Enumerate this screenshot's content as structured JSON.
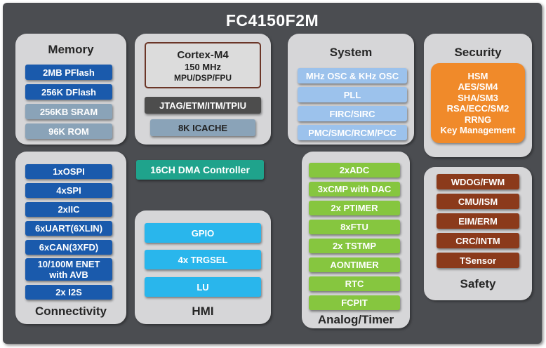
{
  "title": "FC4150F2M",
  "memory": {
    "title": "Memory",
    "items": [
      "2MB PFlash",
      "256K  DFlash",
      "256KB SRAM",
      "96K ROM"
    ]
  },
  "core": {
    "name": "Cortex-M4",
    "freq": "150 MHz",
    "features": "MPU/DSP/FPU",
    "debug": "JTAG/ETM/ITM/TPIU",
    "cache": "8K ICACHE"
  },
  "dma": "16CH DMA Controller",
  "system": {
    "title": "System",
    "items": [
      "MHz OSC & KHz OSC",
      "PLL",
      "FIRC/SIRC",
      "PMC/SMC/RCM/PCC"
    ]
  },
  "security": {
    "title": "Security",
    "lines": [
      "HSM",
      "AES/SM4",
      "SHA/SM3",
      "RSA/ECC/SM2",
      "RRNG",
      "Key Management"
    ]
  },
  "connectivity": {
    "title": "Connectivity",
    "items": [
      "1xOSPI",
      "4xSPI",
      "2xIIC",
      "6xUART(6XLIN)",
      "6xCAN(3XFD)",
      "10/100M ENET with AVB",
      "2x I2S"
    ]
  },
  "hmi": {
    "title": "HMI",
    "items": [
      "GPIO",
      "4x TRGSEL",
      "LU"
    ]
  },
  "analog": {
    "title": "Analog/Timer",
    "items": [
      "2xADC",
      "3xCMP with DAC",
      "2x PTIMER",
      "8xFTU",
      "2x TSTMP",
      "AONTIMER",
      "RTC",
      "FCPIT"
    ]
  },
  "safety": {
    "title": "Safety",
    "items": [
      "WDOG/FWM",
      "CMU/ISM",
      "EIM/ERM",
      "CRC/INTM",
      "TSensor"
    ]
  }
}
